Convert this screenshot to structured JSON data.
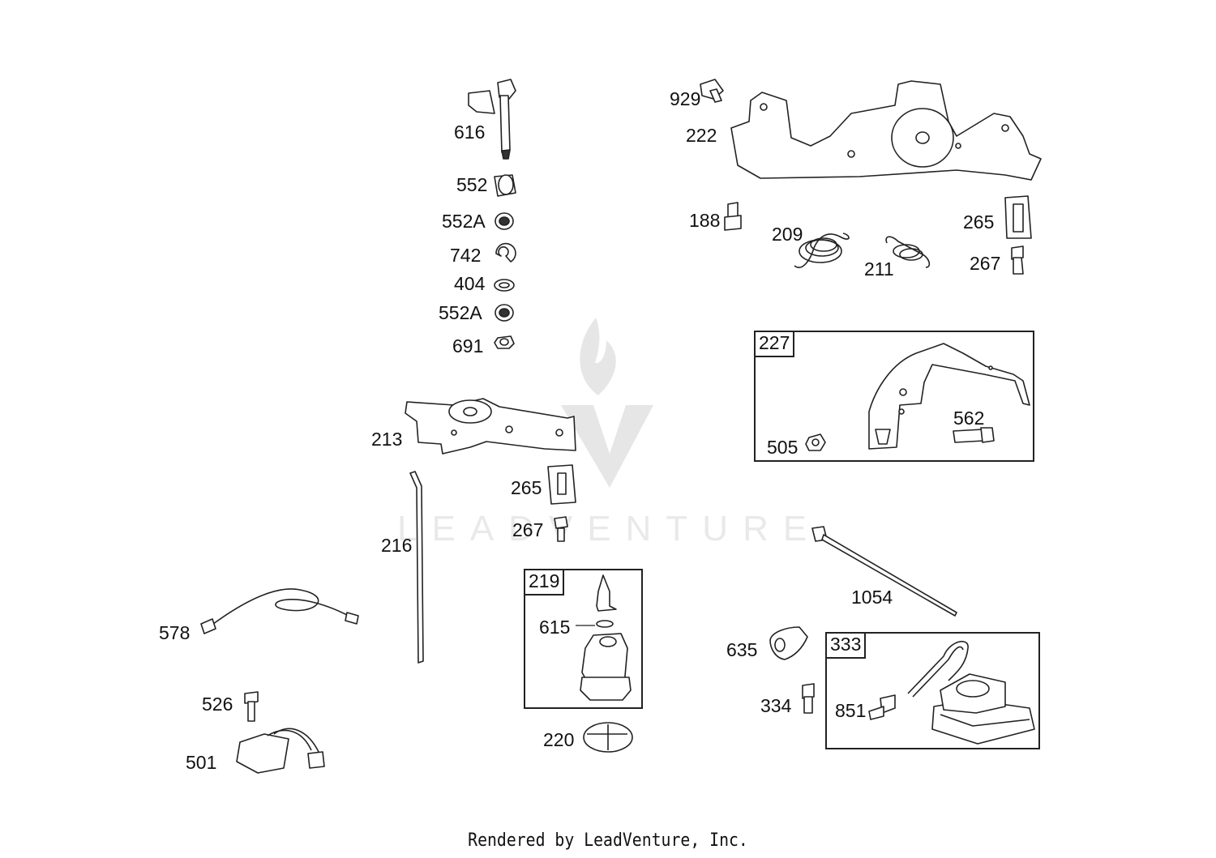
{
  "labels": {
    "p616": "616",
    "p552": "552",
    "p552a_1": "552A",
    "p742": "742",
    "p404": "404",
    "p552a_2": "552A",
    "p691": "691",
    "p213": "213",
    "p265_1": "265",
    "p267_1": "267",
    "p216": "216",
    "p578": "578",
    "p526": "526",
    "p501": "501",
    "p929": "929",
    "p222": "222",
    "p188": "188",
    "p209": "209",
    "p211": "211",
    "p265_2": "265",
    "p267_2": "267",
    "p505": "505",
    "p562": "562",
    "p1054": "1054",
    "p635": "635",
    "p334": "334",
    "p851": "851",
    "p615": "615",
    "p220": "220"
  },
  "boxes": {
    "b227": "227",
    "b219": "219",
    "b333": "333"
  },
  "footer": "Rendered by LeadVenture, Inc.",
  "watermark": {
    "text": "LEADVENTURE"
  }
}
